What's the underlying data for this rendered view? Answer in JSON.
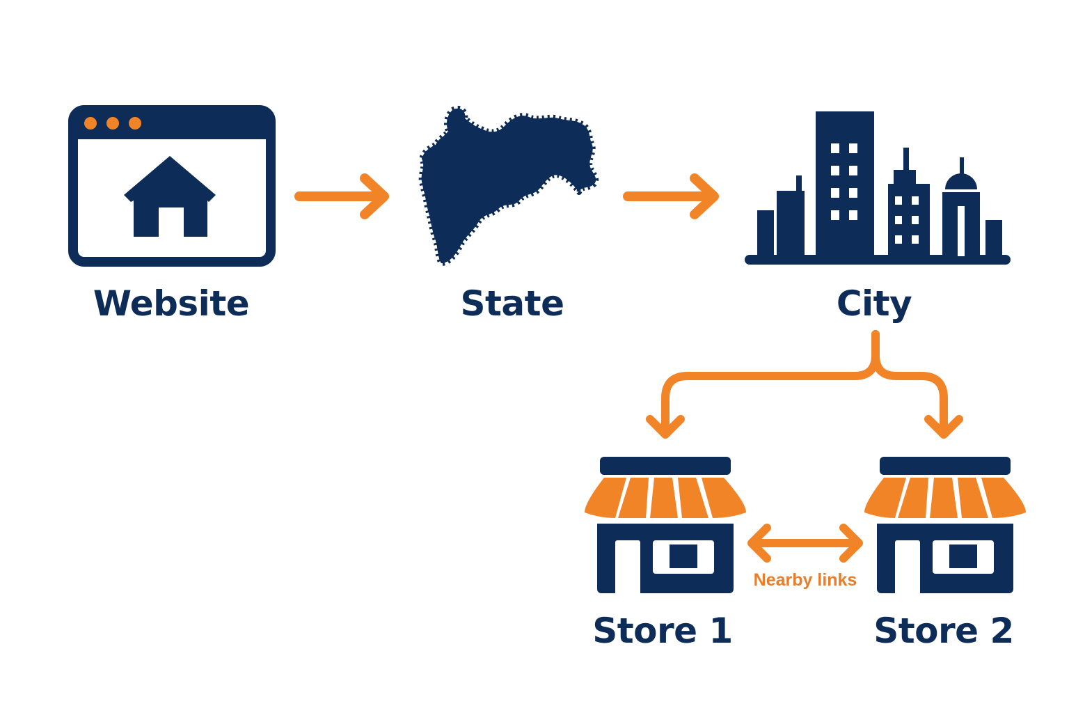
{
  "colors": {
    "navy": "#0d2c57",
    "orange": "#f28428",
    "orange_text": "#e87d2b",
    "background": "#ffffff"
  },
  "nodes": {
    "website": {
      "label": "Website",
      "icon": "browser-home-icon"
    },
    "state": {
      "label": "State",
      "icon": "state-map-icon"
    },
    "city": {
      "label": "City",
      "icon": "city-skyline-icon"
    },
    "store1": {
      "label": "Store 1",
      "icon": "storefront-icon"
    },
    "store2": {
      "label": "Store 2",
      "icon": "storefront-icon"
    }
  },
  "edges": {
    "website_to_state": {
      "from": "Website",
      "to": "State",
      "icon": "arrow-right-icon"
    },
    "state_to_city": {
      "from": "State",
      "to": "City",
      "icon": "arrow-right-icon"
    },
    "city_to_stores": {
      "from": "City",
      "to": [
        "Store 1",
        "Store 2"
      ],
      "icon": "branch-arrow-icon"
    },
    "store_to_store": {
      "from": "Store 1",
      "to": "Store 2",
      "label": "Nearby links",
      "icon": "double-arrow-icon"
    }
  }
}
